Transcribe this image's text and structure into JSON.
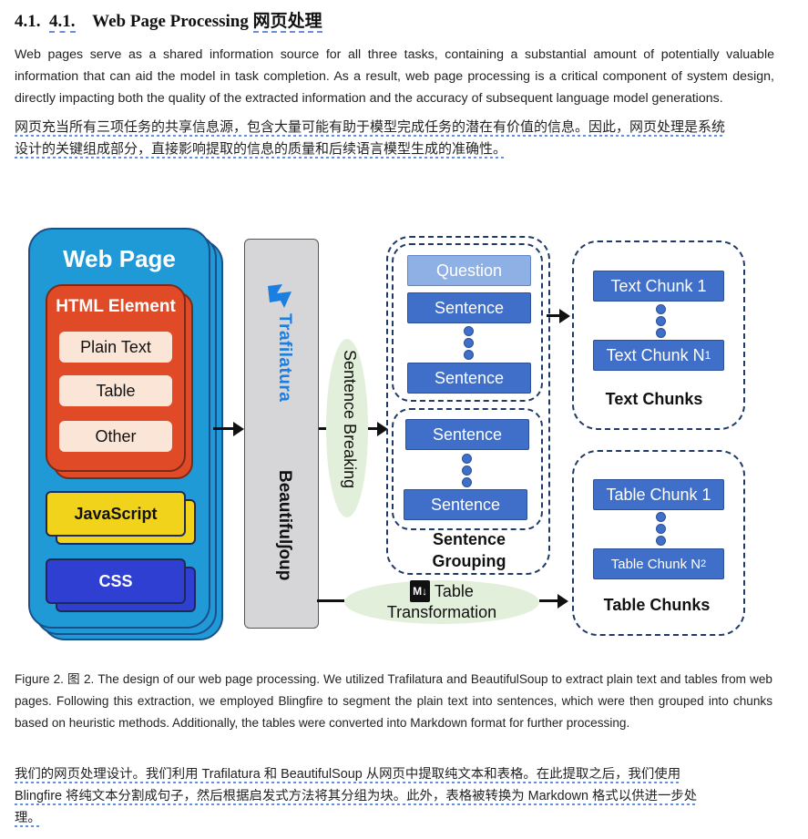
{
  "heading": {
    "num1": "4.1.",
    "num2": "4.1.",
    "title": "Web Page Processing",
    "title_zh": "网页处理"
  },
  "paragraph": {
    "en": "Web pages serve as a shared information source for all three tasks, containing a substantial amount of potentially valuable information that can aid the model in task completion. As a result, web page processing is a critical component of system design, directly impacting both the quality of the extracted information and the accuracy of subsequent language model generations.",
    "zh_line1": "网页充当所有三项任务的共享信息源，包含大量可能有助于模型完成任务的潜在有价值的信息。因此，网页处理是系统",
    "zh_line2": "设计的关键组成部分，直接影响提取的信息的质量和后续语言模型生成的准确性。"
  },
  "diagram": {
    "web_page": "Web Page",
    "html_element": "HTML Element",
    "plain_text": "Plain Text",
    "table": "Table",
    "other": "Other",
    "javascript": "JavaScript",
    "css": "CSS",
    "trafilatura": "Trafilatura",
    "beautifulsoup_prefix": "Beautiful",
    "beautifulsoup_suffix": "oup",
    "sentence_breaking": "Sentence Breaking",
    "question": "Question",
    "sentence": "Sentence",
    "sentence_grouping_1": "Sentence",
    "sentence_grouping_2": "Grouping",
    "text_chunk_1": "Text Chunk 1",
    "text_chunk_n": "Text Chunk N",
    "text_chunk_n_sub": "1",
    "text_chunks": "Text Chunks",
    "table_chunk_1": "Table Chunk 1",
    "table_chunk_n": "Table Chunk N",
    "table_chunk_n_sub": "2",
    "table_chunks": "Table Chunks",
    "md_icon": "M↓",
    "table_transformation_1": "Table",
    "table_transformation_2": "Transformation",
    "colors": {
      "web_page_blue": "#1f9ad6",
      "html_red": "#e04a26",
      "item_peach": "#fbe5d6",
      "js_yellow": "#f2d31c",
      "css_blue": "#2f3fd1",
      "pill_blue": "#3f6fc8",
      "question_blue": "#8fb0e4",
      "tool_gray": "#d6d6d8",
      "ellipse_green": "#e2efda"
    }
  },
  "caption": {
    "en": "Figure 2. 图 2. The design of our web page processing. We utilized Trafilatura and BeautifulSoup to extract plain text and tables from web pages. Following this extraction, we employed Blingfire to segment the plain text into sentences, which were then grouped into chunks based on heuristic methods. Additionally, the tables were converted into Markdown format for further processing.",
    "zh_line1": "我们的网页处理设计。我们利用 Trafilatura 和 BeautifulSoup 从网页中提取纯文本和表格。在此提取之后，我们使用",
    "zh_line2": "Blingfire 将纯文本分割成句子，然后根据启发式方法将其分组为块。此外，表格被转换为 Markdown 格式以供进一步处",
    "zh_line3": "理。"
  }
}
